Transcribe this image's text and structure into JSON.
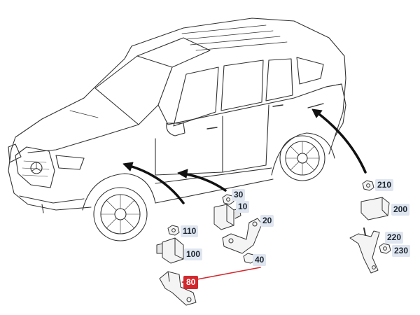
{
  "diagram": {
    "callouts": [
      {
        "id": "c10",
        "label": "10"
      },
      {
        "id": "c20",
        "label": "20"
      },
      {
        "id": "c30",
        "label": "30"
      },
      {
        "id": "c40",
        "label": "40"
      },
      {
        "id": "c80",
        "label": "80",
        "highlighted": true
      },
      {
        "id": "c100",
        "label": "100"
      },
      {
        "id": "c110",
        "label": "110"
      },
      {
        "id": "c200",
        "label": "200"
      },
      {
        "id": "c210",
        "label": "210"
      },
      {
        "id": "c220",
        "label": "220"
      },
      {
        "id": "c230",
        "label": "230"
      }
    ],
    "colors": {
      "line": "#333333",
      "callout_bg": "#dfe6f0",
      "highlight": "#d3282d",
      "part_fill": "#f4f4f4"
    }
  }
}
